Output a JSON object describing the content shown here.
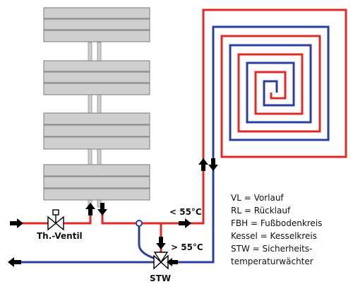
{
  "colors": {
    "flow": "#e02a2a",
    "return": "#2b3f9e",
    "radiator_fill": "#cfcfcf",
    "radiator_stroke": "#8c8c8c",
    "arrow": "#000000"
  },
  "labels": {
    "valve": "Th.-Ventil",
    "stw": "STW",
    "temp_upper": "< 55°C",
    "temp_lower": "> 55°C"
  },
  "legend": [
    "VL = Vorlauf",
    "RL = Rücklauf",
    "FBH = Fußbodenkreis",
    "Kessel = Kesselkreis",
    "STW = Sicherheits-",
    "temperaturwächter"
  ]
}
